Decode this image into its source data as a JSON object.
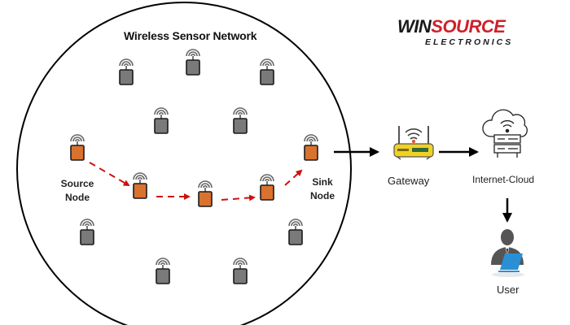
{
  "diagram": {
    "title": "Wireless Sensor Network",
    "labels": {
      "source_line1": "Source",
      "source_line2": "Node",
      "sink_line1": "Sink",
      "sink_line2": "Node",
      "gateway": "Gateway",
      "cloud": "Internet-Cloud",
      "user": "User"
    },
    "logo": {
      "part1": "WIN",
      "part2": "SOURCE",
      "subtitle": "ELECTRONICS"
    },
    "colors": {
      "sensor_gray": "#7a7a7a",
      "sensor_active": "#d9722f",
      "path_arrow": "#cc1111",
      "gateway_yellow": "#f2d024",
      "laptop_blue": "#2b8fd6",
      "logo_red": "#d0202a"
    },
    "nodes": [
      {
        "id": "n1",
        "type": "sensor"
      },
      {
        "id": "n2",
        "type": "sensor"
      },
      {
        "id": "n3",
        "type": "sensor"
      },
      {
        "id": "n4",
        "type": "sensor"
      },
      {
        "id": "n5",
        "type": "sensor"
      },
      {
        "id": "source",
        "type": "active"
      },
      {
        "id": "hop1",
        "type": "active"
      },
      {
        "id": "hop2",
        "type": "active"
      },
      {
        "id": "hop3",
        "type": "active"
      },
      {
        "id": "sink",
        "type": "active"
      },
      {
        "id": "n6",
        "type": "sensor"
      },
      {
        "id": "n7",
        "type": "sensor"
      },
      {
        "id": "n8",
        "type": "sensor"
      },
      {
        "id": "n9",
        "type": "sensor"
      }
    ],
    "path": [
      "source",
      "hop1",
      "hop2",
      "hop3",
      "sink"
    ],
    "flow": [
      "sink",
      "gateway",
      "internet-cloud",
      "user"
    ]
  }
}
